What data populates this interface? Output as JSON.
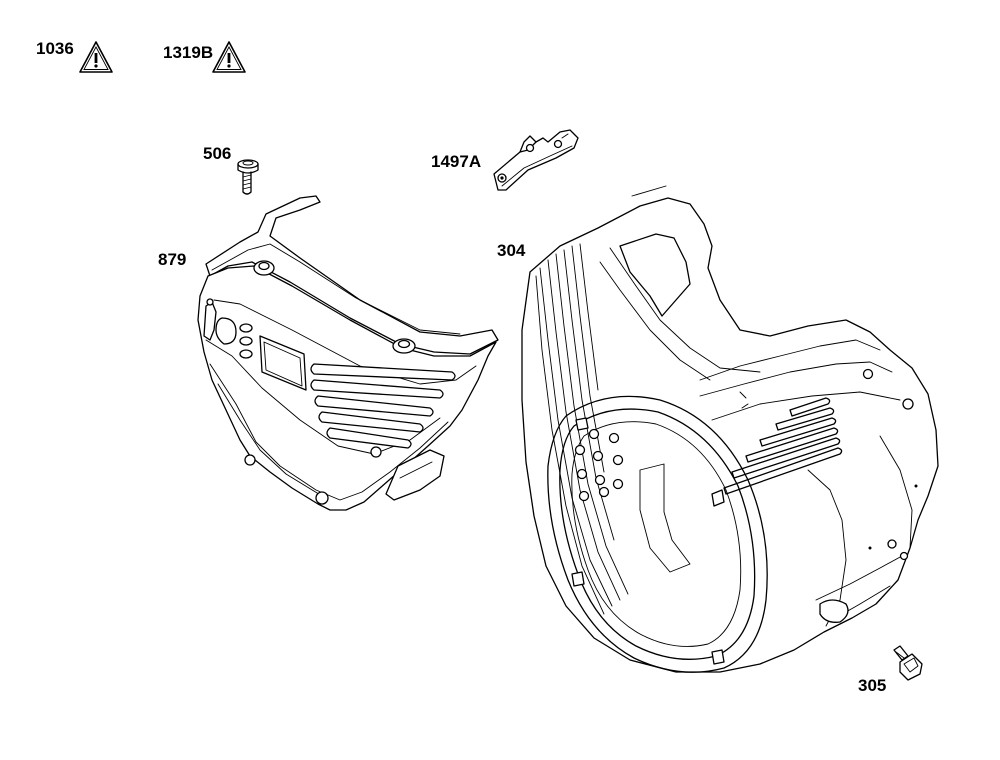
{
  "callouts": {
    "warning_1": "1036",
    "warning_2": "1319B",
    "screw": "506",
    "bracket": "1497A",
    "lower_shroud": "879",
    "blower_housing": "304",
    "bolt": "305"
  },
  "icons": {
    "warning": "warning-triangle-icon"
  }
}
